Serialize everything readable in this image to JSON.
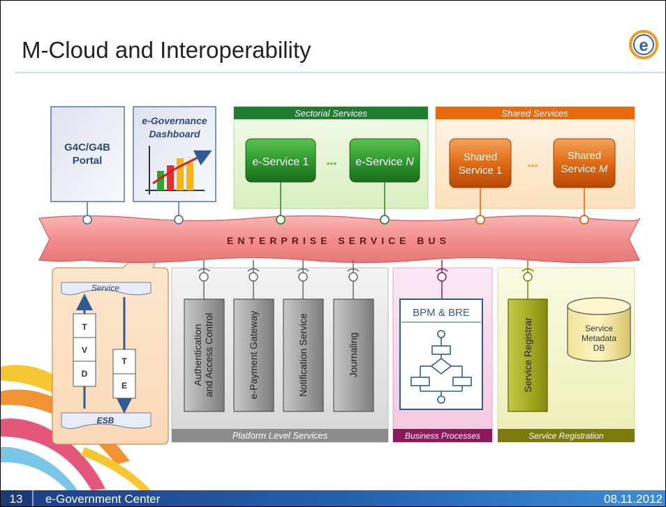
{
  "slide": {
    "title": "M-Cloud and Interoperability",
    "logo_letter": "e",
    "footer": {
      "page_number": "13",
      "org": "e-Government Center",
      "date": "08.11.2012"
    }
  },
  "portal": {
    "line1": "G4C/G4B",
    "line2": "Portal"
  },
  "dashboard": {
    "line1": "e-Governance",
    "line2": "Dashboard"
  },
  "sectorial": {
    "header": "Sectorial Services",
    "service_a": "e-Service 1",
    "service_b_prefix": "e-Service",
    "service_b_var": "N",
    "ellipsis": "•••"
  },
  "shared": {
    "header": "Shared Services",
    "a_line1": "Shared",
    "a_line2": "Service 1",
    "b_line1": "Shared",
    "b_line2_prefix": "Service",
    "b_line2_var": "M",
    "ellipsis": "•••"
  },
  "esb": {
    "label": "ENTERPRISE SERVICE BUS"
  },
  "callout": {
    "top": "Service",
    "bottom": "ESB",
    "left_letters": [
      "T",
      "V",
      "D"
    ],
    "right_letters": [
      "T",
      "E"
    ]
  },
  "platform": {
    "label": "Platform Level Services",
    "services": [
      {
        "line1": "Authentication",
        "line2": "and Access Control"
      },
      {
        "line1": "e-Payment Gateway",
        "line2": ""
      },
      {
        "line1": "Notification Service",
        "line2": ""
      },
      {
        "line1": "Journaling",
        "line2": ""
      }
    ]
  },
  "business": {
    "label": "Business Processes",
    "bpm": "BPM & BRE"
  },
  "registration": {
    "label": "Service Registration",
    "registrar": "Service Registrar",
    "db_line1": "Service",
    "db_line2": "Metadata",
    "db_line3": "DB"
  },
  "colors": {
    "green_dark": "#2f8a2f",
    "orange_dark": "#e8650a",
    "esb_pink": "#f39a9a",
    "platform_gray": "#8c8c8c",
    "business_magenta": "#8a1a5a",
    "registration_olive": "#7d7a10",
    "footer_blue": "#1f4f9a"
  },
  "icons": [
    "e-logo-icon",
    "bar-chart-icon",
    "connector-icon",
    "flowchart-icon",
    "database-icon",
    "arrow-icon"
  ]
}
